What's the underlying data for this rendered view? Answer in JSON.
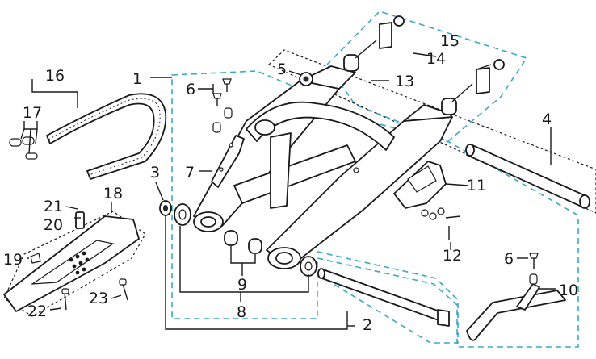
{
  "callouts": [
    {
      "id": "1",
      "label": "1"
    },
    {
      "id": "2",
      "label": "2"
    },
    {
      "id": "3",
      "label": "3"
    },
    {
      "id": "4",
      "label": "4"
    },
    {
      "id": "5",
      "label": "5"
    },
    {
      "id": "6a",
      "label": "6"
    },
    {
      "id": "6b",
      "label": "6"
    },
    {
      "id": "7",
      "label": "7"
    },
    {
      "id": "8",
      "label": "8"
    },
    {
      "id": "9",
      "label": "9"
    },
    {
      "id": "10",
      "label": "10"
    },
    {
      "id": "11",
      "label": "11"
    },
    {
      "id": "12",
      "label": "12"
    },
    {
      "id": "13",
      "label": "13"
    },
    {
      "id": "14",
      "label": "14"
    },
    {
      "id": "15",
      "label": "15"
    },
    {
      "id": "16",
      "label": "16"
    },
    {
      "id": "17",
      "label": "17"
    },
    {
      "id": "18",
      "label": "18"
    },
    {
      "id": "19",
      "label": "19"
    },
    {
      "id": "20",
      "label": "20"
    },
    {
      "id": "21",
      "label": "21"
    },
    {
      "id": "22",
      "label": "22"
    },
    {
      "id": "23",
      "label": "23"
    }
  ],
  "colors": {
    "group_outline": "#3aa8c8",
    "line": "#1a1a1a",
    "background": "#ffffff"
  }
}
